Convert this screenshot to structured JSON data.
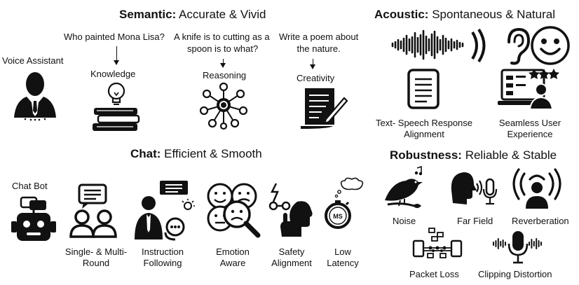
{
  "sections": {
    "semantic": {
      "bold": "Semantic:",
      "rest": " Accurate & Vivid"
    },
    "acoustic": {
      "bold": "Acoustic:",
      "rest": " Spontaneous & Natural"
    },
    "chat": {
      "bold": "Chat:",
      "rest": " Efficient & Smooth"
    },
    "robustness": {
      "bold": "Robustness:",
      "rest": " Reliable & Stable"
    }
  },
  "voice_assistant": {
    "label": "Voice Assistant",
    "icon": "businessman-icon"
  },
  "chat_bot": {
    "label": "Chat Bot",
    "icon": "robot-icon"
  },
  "semantic_items": [
    {
      "question": [
        "Who painted Mona Lisa?"
      ],
      "label": "Knowledge",
      "icon": "books-lightbulb-icon"
    },
    {
      "question": [
        "A knife is to cutting as a",
        "spoon is to what?"
      ],
      "label": "Reasoning",
      "icon": "network-brain-icon"
    },
    {
      "question": [
        "Write a poem about",
        "the nature."
      ],
      "label": "Creativity",
      "icon": "writing-paper-icon"
    }
  ],
  "acoustic_items": [
    {
      "label": [
        "Text- Speech Response",
        "Alignment"
      ],
      "icon": "document-icon"
    },
    {
      "label": [
        "Seamless User",
        "Experience"
      ],
      "icon": "user-rating-icon"
    }
  ],
  "acoustic_top_icons": [
    "waveform-icon",
    "sound-waves-icon",
    "ear-icon",
    "smiley-icon"
  ],
  "chat_items": [
    {
      "label": [
        "Single- & Multi-",
        "Round"
      ],
      "icon": "conversation-users-icon"
    },
    {
      "label": [
        "Instruction",
        "Following"
      ],
      "icon": "instruction-person-icon"
    },
    {
      "label": [
        "Emotion",
        "Aware"
      ],
      "icon": "emotion-faces-icon"
    },
    {
      "label": [
        "Safety",
        "Alignment"
      ],
      "icon": "safety-shush-icon"
    },
    {
      "label": [
        "Low",
        "Latency"
      ],
      "icon": "stopwatch-icon",
      "stopwatch_text": "MS"
    }
  ],
  "robustness_items": [
    {
      "label": "Noise",
      "icon": "bird-music-icon"
    },
    {
      "label": "Far Field",
      "icon": "head-microphone-icon"
    },
    {
      "label": "Reverberation",
      "icon": "broadcast-person-icon"
    },
    {
      "label": "Packet Loss",
      "icon": "packet-network-icon"
    },
    {
      "label": "Clipping Distortion",
      "icon": "microphone-wave-icon"
    }
  ]
}
